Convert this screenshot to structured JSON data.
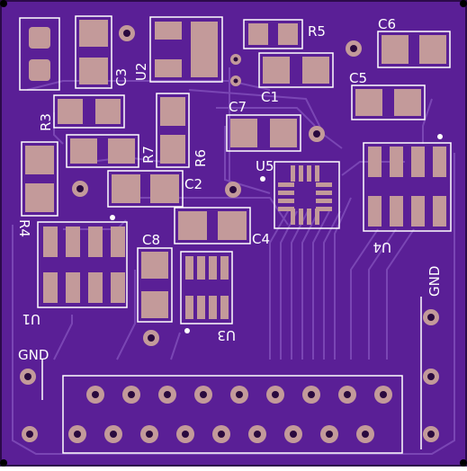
{
  "colors": {
    "board": "#5a1f96",
    "border": "#2c0a4a",
    "trace": "#7a46b4",
    "pad": "#c39a9a",
    "silk": "#ffffff",
    "hole": "#2a0a3e"
  },
  "labels": {
    "c1": "C1",
    "c2": "C2",
    "c3": "C3",
    "c4": "C4",
    "c5": "C5",
    "c6": "C6",
    "c7": "C7",
    "c8": "C8",
    "r3": "R3",
    "r4": "R4",
    "r5": "R5",
    "r6": "R6",
    "r7": "R7",
    "u1": "U1",
    "u2": "U2",
    "u3": "U3",
    "u4": "U4",
    "u5": "U5",
    "gnd_left": "GND",
    "gnd_right": "GND"
  }
}
